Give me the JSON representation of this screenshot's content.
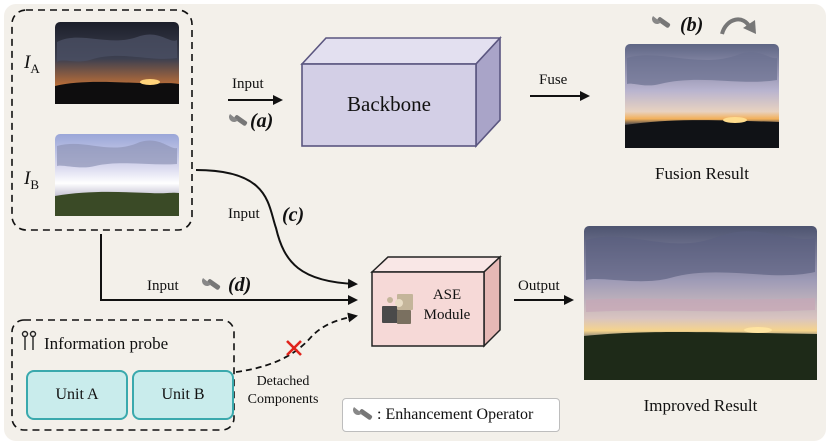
{
  "inputs": {
    "image_a_label": "I",
    "image_a_sub": "A",
    "image_b_label": "I",
    "image_b_sub": "B"
  },
  "edges": {
    "input_a": "Input",
    "mark_a": "(a)",
    "fuse": "Fuse",
    "mark_b": "(b)",
    "input_c": "Input",
    "mark_c": "(c)",
    "input_d": "Input",
    "mark_d": "(d)",
    "output": "Output"
  },
  "nodes": {
    "backbone": "Backbone",
    "ase_line1": "ASE",
    "ase_line2": "Module"
  },
  "results": {
    "fusion": "Fusion Result",
    "improved": "Improved Result"
  },
  "probe": {
    "title": "Information probe",
    "unit_a": "Unit A",
    "unit_b": "Unit B",
    "detached_line1": "Detached",
    "detached_line2": "Components"
  },
  "legend": {
    "text": ":  Enhancement Operator"
  },
  "icons": [
    "wrench-icon",
    "rotate-arrow-icon",
    "puzzle-icon",
    "probe-icon",
    "cross-icon"
  ],
  "colors": {
    "backbone_fill": "#d3cfe6",
    "ase_fill": "#f6d9d7",
    "unit_fill": "#c9ecec",
    "unit_border": "#3aa9ad",
    "cross": "#e0231b"
  }
}
